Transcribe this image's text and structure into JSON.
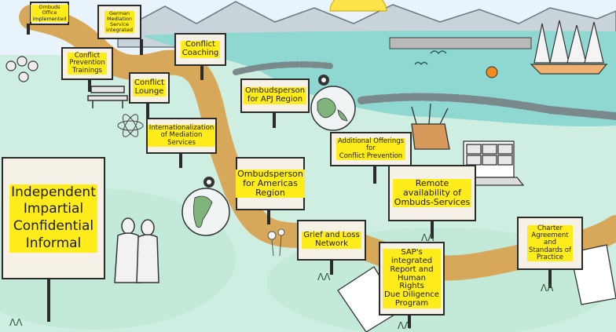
{
  "colors": {
    "sky": "#e8f3fb",
    "lake": "#8ed8d1",
    "meadow": "#cfeee2",
    "path": "#d8a85a",
    "highlight": "#ffec1a",
    "board": "#f5f1e6",
    "ink": "#2b2b2b"
  },
  "signs": [
    {
      "key": "ombuds_office",
      "text": "Ombuds\nOffice\nimplemented"
    },
    {
      "key": "german_mediation",
      "text": "German\nMediation\nService\nintegrated"
    },
    {
      "key": "conflict_coaching",
      "text": "Conflict\nCoaching"
    },
    {
      "key": "conflict_prevention_trainings",
      "text": "Conflict\nPrevention\nTrainings"
    },
    {
      "key": "conflict_lounge",
      "text": "Conflict\nLounge"
    },
    {
      "key": "ombudsperson_apj",
      "text": "Ombudsperson\nfor APJ Region"
    },
    {
      "key": "internationalization",
      "text": "Internationalization\nof Mediation\nServices"
    },
    {
      "key": "additional_offerings",
      "text": "Additional Offerings\nfor\nConflict Prevention"
    },
    {
      "key": "values",
      "text": "Independent\nImpartial\nConfidential\nInformal"
    },
    {
      "key": "ombudsperson_americas",
      "text": "Ombudsperson\nfor Americas\nRegion"
    },
    {
      "key": "remote_availability",
      "text": "Remote\navailability of\nOmbuds-Services"
    },
    {
      "key": "grief_loss",
      "text": "Grief and Loss\nNetwork"
    },
    {
      "key": "charter",
      "text": "Charter\nAgreement\nand\nStandards of\nPractice"
    },
    {
      "key": "sap_report",
      "text": "SAP's integrated\nReport and\nHuman Rights\nDue Diligence\nProgram"
    }
  ]
}
